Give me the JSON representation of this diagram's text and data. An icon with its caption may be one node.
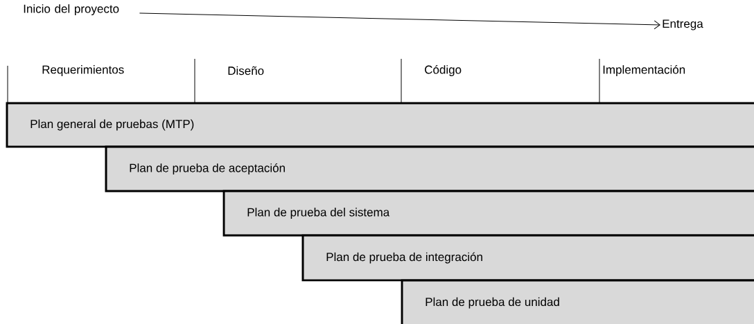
{
  "diagram": {
    "nodes": [
      {
        "text": [
          "Inicio del proyecto"
        ]
      },
      {
        "text": [
          "Entrega"
        ]
      },
      {
        "text": [
          "Plan general de pruebas (MTP)"
        ]
      },
      {
        "text": [
          "Plan de prueba de aceptación"
        ]
      },
      {
        "text": [
          "Plan de prueba del sistema"
        ]
      },
      {
        "text": [
          "Plan de prueba de integración"
        ]
      },
      {
        "text": [
          "Plan de prueba de unidad"
        ]
      }
    ],
    "edges": [
      {
        "from": 0,
        "to": 1,
        "arrow": "to"
      }
    ],
    "labels": [
      "Requerimientos",
      "Diseño",
      "Código",
      "Implementación"
    ]
  }
}
